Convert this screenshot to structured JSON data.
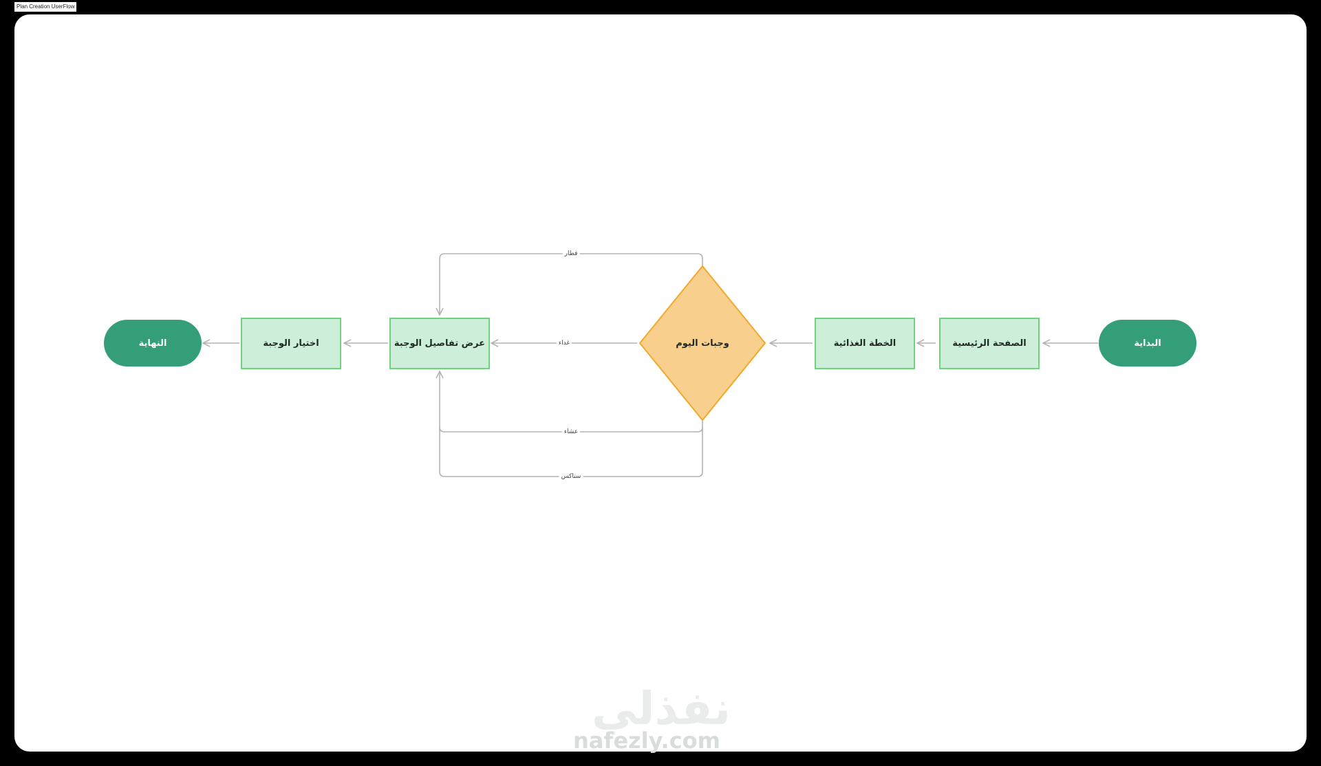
{
  "frame": {
    "title": "Plan Creation UserFlow"
  },
  "nodes": {
    "start": "البداية",
    "home": "الصفحة الرئيسية",
    "meal_plan": "الخطة الغذائية",
    "daily_meals": "وجبات اليوم",
    "meal_details": "عرض تفاصيل الوجبة",
    "choose_meal": "اختيار الوجبة",
    "end": "النهاية"
  },
  "edge_labels": {
    "breakfast": "فطار",
    "lunch": "غداء",
    "dinner": "عشاء",
    "snacks": "سناكس"
  },
  "colors": {
    "terminal": "#349e78",
    "process_fill": "#cdeed8",
    "process_border": "#6ed27f",
    "decision_fill": "#f8cf8c",
    "decision_border": "#f0a92a",
    "edge": "#b3b3b3"
  },
  "watermark": {
    "arabic": "نفذلي",
    "latin": "nafezly.com"
  }
}
